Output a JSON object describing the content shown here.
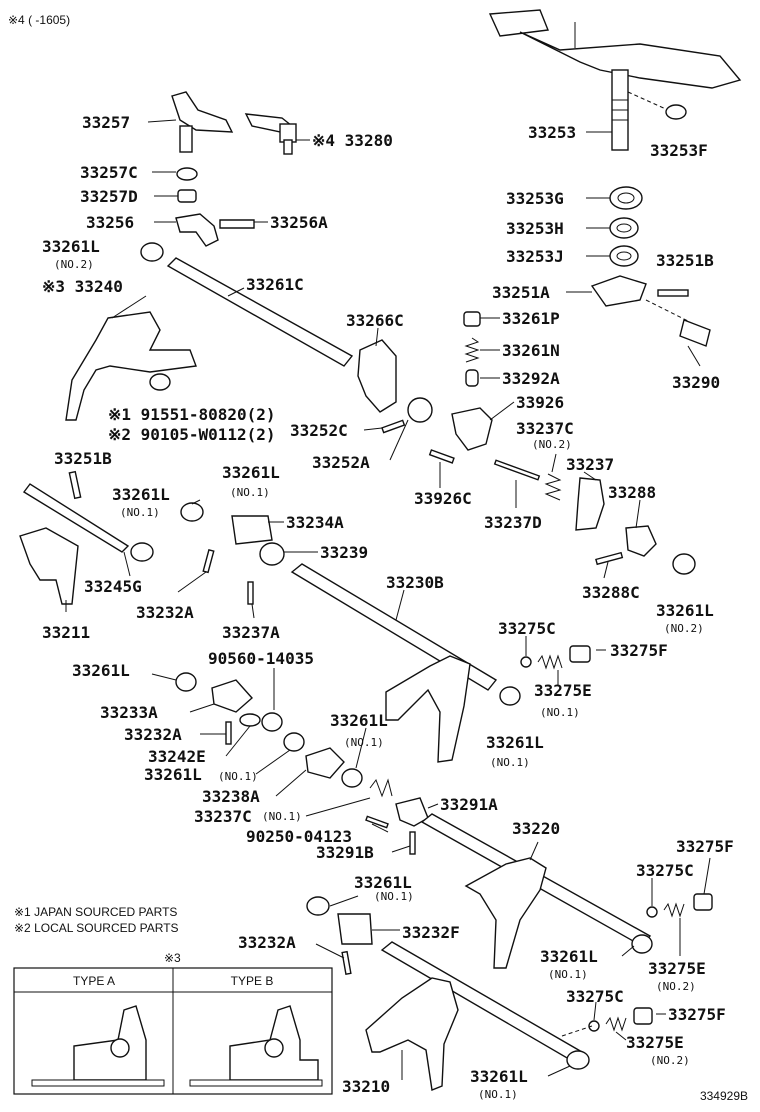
{
  "header_note": "※4 (      -1605)",
  "figure_code": "334929B",
  "legend": {
    "note1": "※1 JAPAN SOURCED PARTS",
    "note2": "※2 LOCAL SOURCED PARTS",
    "type_box_ref": "※3",
    "type_a": "TYPE A",
    "type_b": "TYPE B"
  },
  "labels": [
    {
      "key": "l33257",
      "text": "33257"
    },
    {
      "key": "l33280",
      "text": "※4 33280"
    },
    {
      "key": "l33253",
      "text": "33253"
    },
    {
      "key": "l33253F",
      "text": "33253F"
    },
    {
      "key": "l33257C",
      "text": "33257C"
    },
    {
      "key": "l33257D",
      "text": "33257D"
    },
    {
      "key": "l33256",
      "text": "33256"
    },
    {
      "key": "l33256A",
      "text": "33256A"
    },
    {
      "key": "l33253G",
      "text": "33253G"
    },
    {
      "key": "l33253H",
      "text": "33253H"
    },
    {
      "key": "l33253J",
      "text": "33253J"
    },
    {
      "key": "l33251B_top",
      "text": "33251B"
    },
    {
      "key": "l33261L_1",
      "text": "33261L"
    },
    {
      "key": "l33240",
      "text": "※3 33240"
    },
    {
      "key": "l33261C",
      "text": "33261C"
    },
    {
      "key": "l33251A",
      "text": "33251A"
    },
    {
      "key": "l33261P",
      "text": "33261P"
    },
    {
      "key": "l33266C",
      "text": "33266C"
    },
    {
      "key": "l33261N",
      "text": "33261N"
    },
    {
      "key": "l33292A",
      "text": "33292A"
    },
    {
      "key": "l33290",
      "text": "33290"
    },
    {
      "key": "l191551",
      "text": "※1 91551-80820(2)"
    },
    {
      "key": "l290105",
      "text": "※2 90105-W0112(2)"
    },
    {
      "key": "l33926",
      "text": "33926"
    },
    {
      "key": "l33252C",
      "text": "33252C"
    },
    {
      "key": "l33237C_1",
      "text": "33237C"
    },
    {
      "key": "l33252A",
      "text": "33252A"
    },
    {
      "key": "l33251B_mid",
      "text": "33251B"
    },
    {
      "key": "l33261L_2",
      "text": "33261L"
    },
    {
      "key": "l33237",
      "text": "33237"
    },
    {
      "key": "l33926C",
      "text": "33926C"
    },
    {
      "key": "l33261L_3",
      "text": "33261L"
    },
    {
      "key": "l33288",
      "text": "33288"
    },
    {
      "key": "l33237D",
      "text": "33237D"
    },
    {
      "key": "l33234A",
      "text": "33234A"
    },
    {
      "key": "l33239",
      "text": "33239"
    },
    {
      "key": "l33245G",
      "text": "33245G"
    },
    {
      "key": "l33230B",
      "text": "33230B"
    },
    {
      "key": "l33288C",
      "text": "33288C"
    },
    {
      "key": "l33232A_1",
      "text": "33232A"
    },
    {
      "key": "l33211",
      "text": "33211"
    },
    {
      "key": "l33237A",
      "text": "33237A"
    },
    {
      "key": "l33261L_4",
      "text": "33261L"
    },
    {
      "key": "l90560",
      "text": "90560-14035"
    },
    {
      "key": "l33275C_1",
      "text": "33275C"
    },
    {
      "key": "l33261L_5",
      "text": "33261L"
    },
    {
      "key": "l33275F_1",
      "text": "33275F"
    },
    {
      "key": "l33275E_1",
      "text": "33275E"
    },
    {
      "key": "l33233A",
      "text": "33233A"
    },
    {
      "key": "l33232A_2",
      "text": "33232A"
    },
    {
      "key": "l33261L_6",
      "text": "33261L"
    },
    {
      "key": "l33242E",
      "text": "33242E"
    },
    {
      "key": "l33261L_7",
      "text": "33261L"
    },
    {
      "key": "l33261L_8",
      "text": "33261L"
    },
    {
      "key": "l33238A",
      "text": "33238A"
    },
    {
      "key": "l33237C_2",
      "text": "33237C"
    },
    {
      "key": "l33291A",
      "text": "33291A"
    },
    {
      "key": "l90250",
      "text": "90250-04123"
    },
    {
      "key": "l33220",
      "text": "33220"
    },
    {
      "key": "l33275F_2",
      "text": "33275F"
    },
    {
      "key": "l33291B",
      "text": "33291B"
    },
    {
      "key": "l33275C_2",
      "text": "33275C"
    },
    {
      "key": "l33261L_9",
      "text": "33261L"
    },
    {
      "key": "l33232F",
      "text": "33232F"
    },
    {
      "key": "l33232A_3",
      "text": "33232A"
    },
    {
      "key": "l33261L_10",
      "text": "33261L"
    },
    {
      "key": "l33275E_2",
      "text": "33275E"
    },
    {
      "key": "l33275C_3",
      "text": "33275C"
    },
    {
      "key": "l33275F_3",
      "text": "33275F"
    },
    {
      "key": "l33275E_3",
      "text": "33275E"
    },
    {
      "key": "l33210",
      "text": "33210"
    },
    {
      "key": "l33261L_11",
      "text": "33261L"
    }
  ],
  "sublabels": {
    "no2": "(NO.2)",
    "no1": "(NO.1)"
  }
}
